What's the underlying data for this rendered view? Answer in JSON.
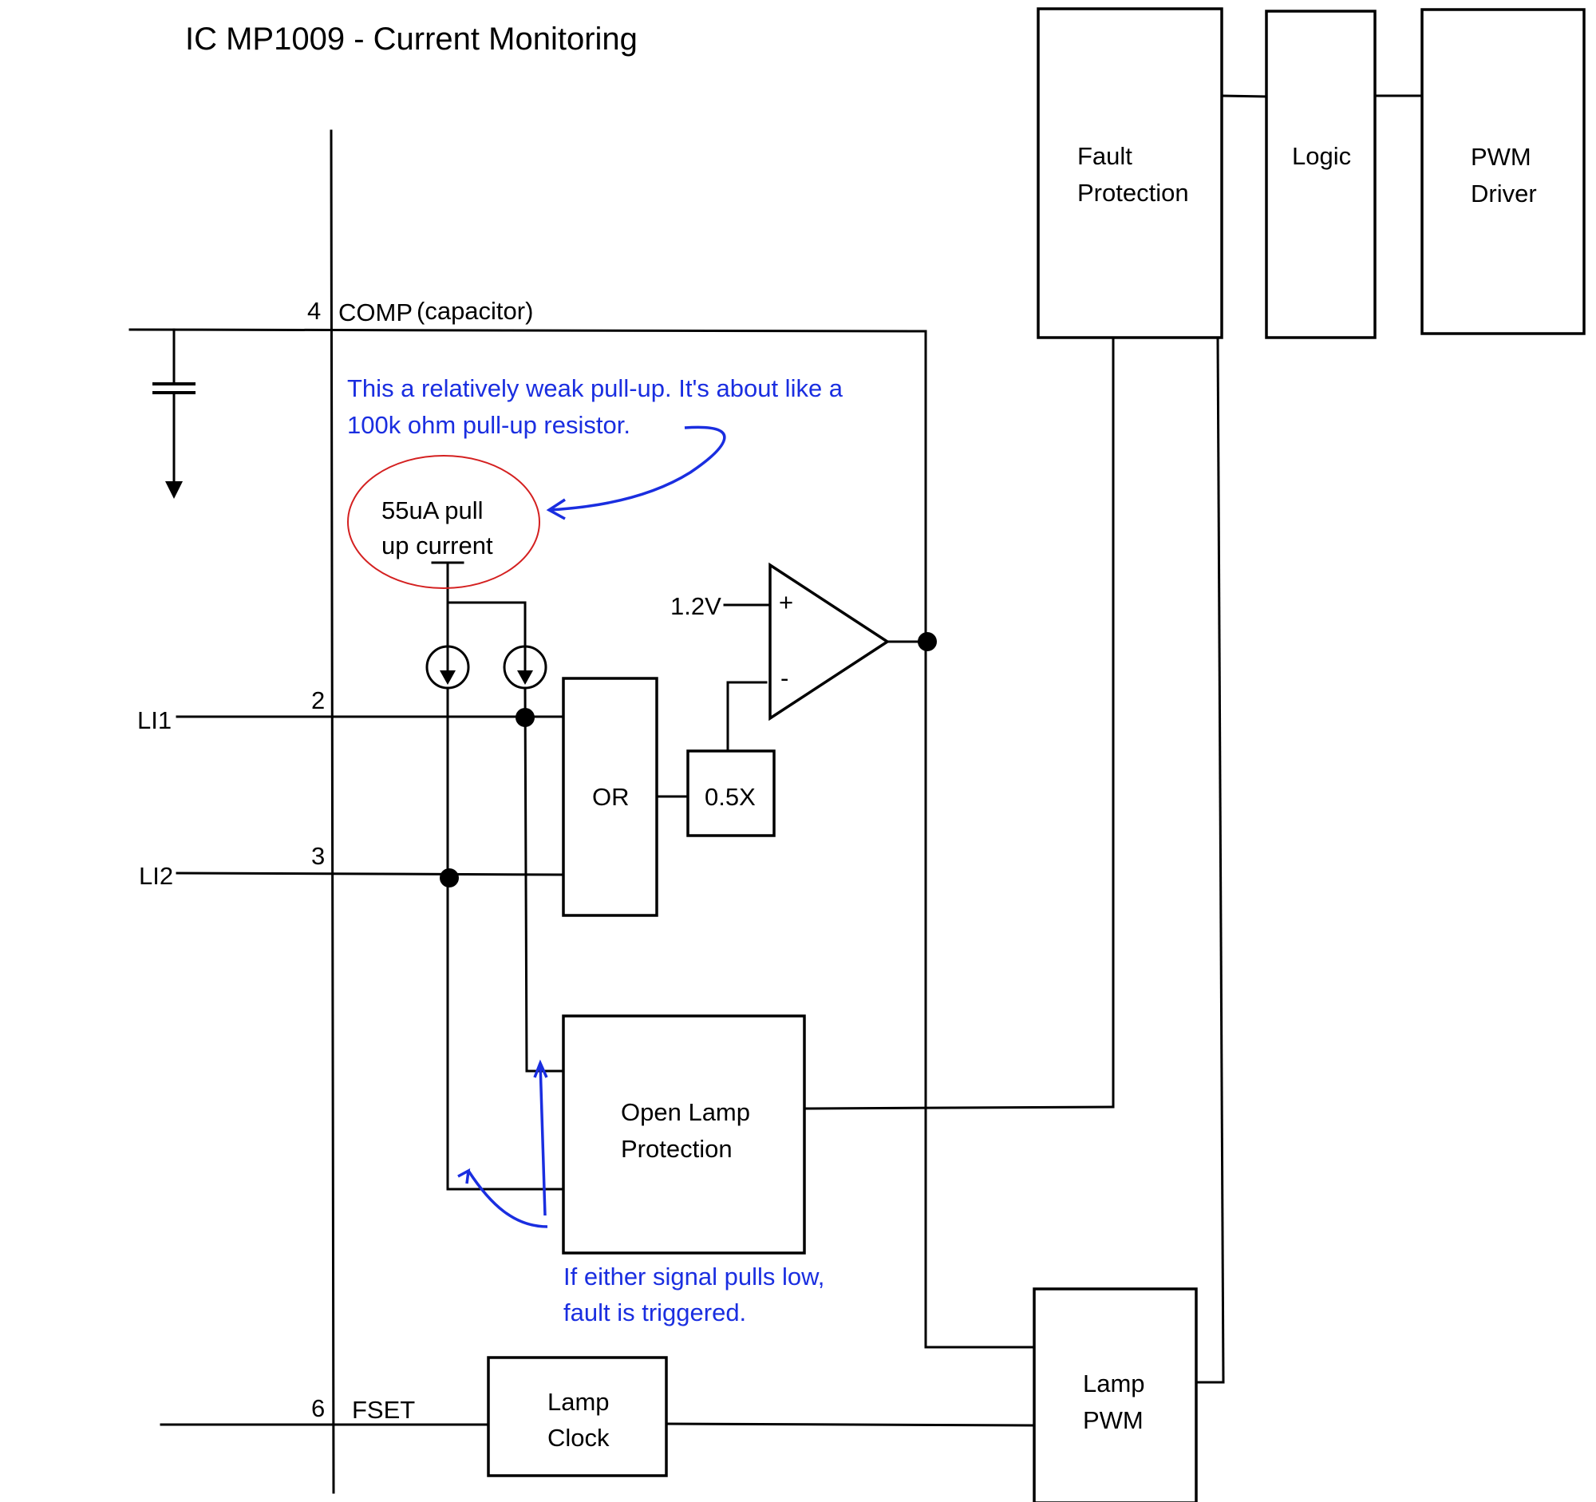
{
  "title": "IC MP1009 - Current Monitoring",
  "colors": {
    "annotation": "#1a2ee0",
    "highlight_ellipse": "#d42020",
    "wire": "#000000"
  },
  "pins": {
    "comp": {
      "number": "4",
      "name": "COMP",
      "note": "(capacitor)"
    },
    "li1": {
      "number": "2",
      "name": "LI1"
    },
    "li2": {
      "number": "3",
      "name": "LI2"
    },
    "fset": {
      "number": "6",
      "name": "FSET"
    }
  },
  "blocks": {
    "fault_protection": {
      "line1": "Fault",
      "line2": "Protection"
    },
    "logic": {
      "line1": "Logic"
    },
    "pwm_driver": {
      "line1": "PWM",
      "line2": "Driver"
    },
    "or_gate": {
      "line1": "OR"
    },
    "gain": {
      "line1": "0.5X"
    },
    "open_lamp": {
      "line1": "Open Lamp",
      "line2": "Protection"
    },
    "lamp_clock": {
      "line1": "Lamp",
      "line2": "Clock"
    },
    "lamp_pwm": {
      "line1": "Lamp",
      "line2": "PWM"
    }
  },
  "comparator": {
    "reference": "1.2V",
    "plus": "+",
    "minus": "-"
  },
  "pullup": {
    "line1": "55uA pull",
    "line2": "up current"
  },
  "annotations": {
    "pullup_note": {
      "line1": "This a relatively weak pull-up. It's about like a",
      "line2": "100k ohm pull-up resistor."
    },
    "fault_note": {
      "line1": "If either signal pulls low,",
      "line2": "fault is triggered."
    }
  }
}
